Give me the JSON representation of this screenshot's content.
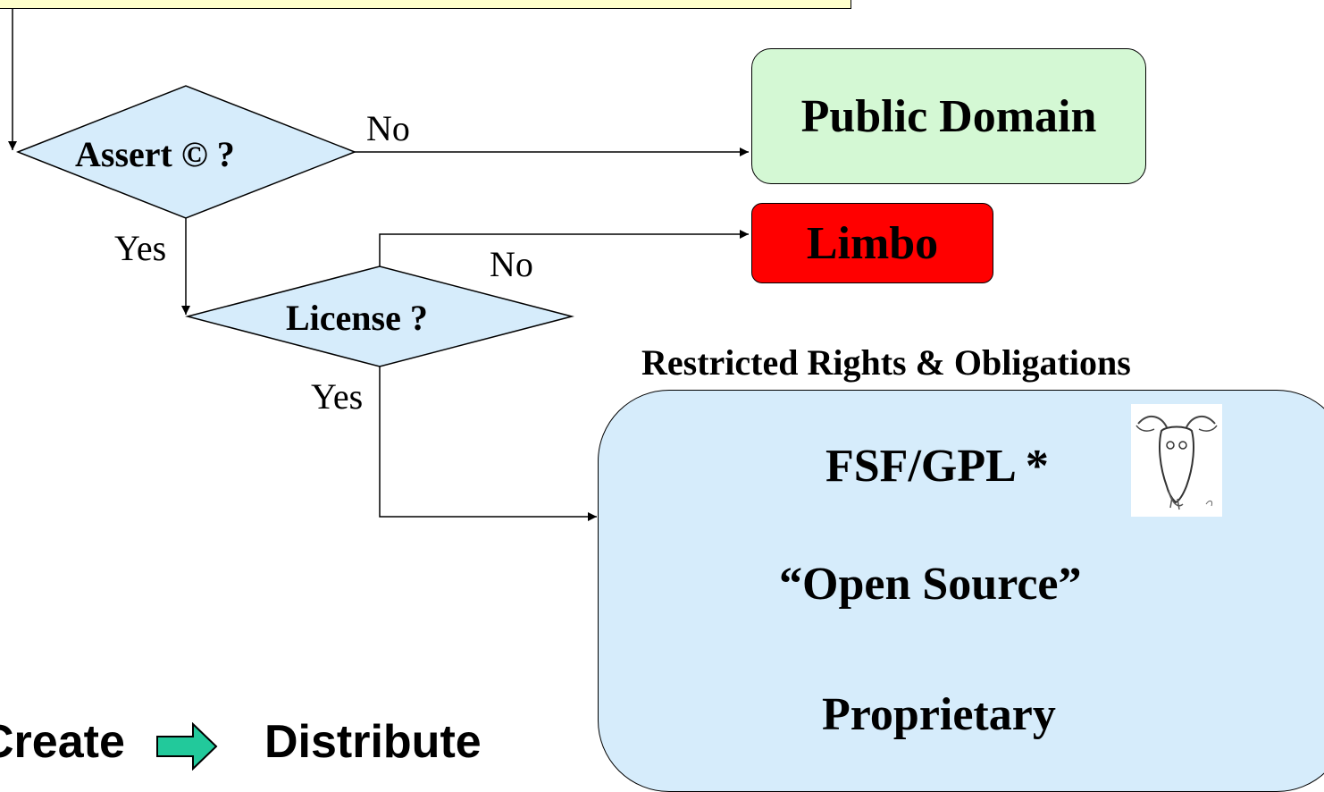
{
  "nodes": {
    "assert": "Assert © ?",
    "license": "License ?",
    "public_domain": "Public Domain",
    "limbo": "Limbo"
  },
  "edges": {
    "assert_no": "No",
    "assert_yes": "Yes",
    "license_no": "No",
    "license_yes": "Yes"
  },
  "restricted": {
    "title": "Restricted Rights & Obligations",
    "items": [
      "FSF/GPL *",
      "“Open Source”",
      "Proprietary"
    ]
  },
  "footer": {
    "create": "Create",
    "distribute": "Distribute"
  },
  "colors": {
    "diamond_fill": "#d6ecfb",
    "public_domain_fill": "#d4f8d4",
    "limbo_fill": "#ff0000",
    "restricted_fill": "#d6ecfb",
    "top_box_fill": "#ffffcc",
    "arrow_fill": "#22c99b"
  },
  "icons": {
    "gnu": "gnu-head-icon",
    "flow_arrow": "right-arrow-icon"
  }
}
